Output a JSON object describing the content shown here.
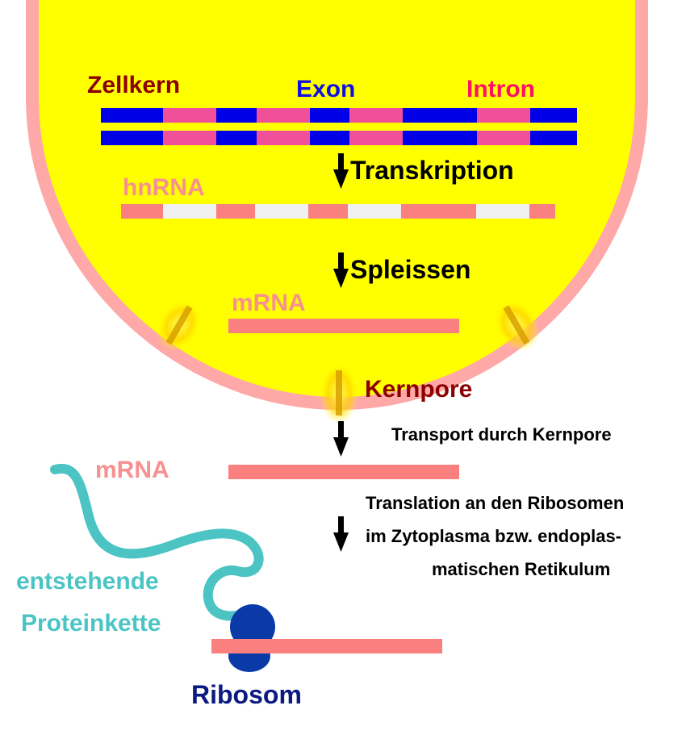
{
  "labels": {
    "zellkern": "Zellkern",
    "exon": "Exon",
    "intron": "Intron",
    "transkription": "Transkription",
    "hnrna": "hnRNA",
    "spleissen": "Spleissen",
    "mrna_nucleus": "mRNA",
    "kernpore": "Kernpore",
    "transport": "Transport durch Kernpore",
    "mrna_cytoplasm": "mRNA",
    "translation_lines": [
      "Translation an den Ribosomen",
      "im Zytoplasma bzw. endoplas-",
      "matischen Retikulum"
    ],
    "protein_lines": [
      "entstehende",
      "Proteinkette"
    ],
    "ribosom": "Ribosom"
  },
  "colors": {
    "nucleus_fill": "#ffff00",
    "nucleus_membrane": "#ffa8a8",
    "exon": "#0000e6",
    "intron": "#f0509a",
    "rna": "#fa8080",
    "intron_gap": "#f0f0f0",
    "zellkern_text": "#8b0000",
    "exon_text": "#1010e0",
    "intron_text": "#ff1060",
    "hnrna_text": "#f89090",
    "kernpore_text": "#8b0000",
    "protein": "#4cc4c4",
    "ribosome": "#0a3aa8",
    "ribosom_text": "#0a1a80",
    "arrow": "#000000",
    "label_text": "#000000"
  }
}
